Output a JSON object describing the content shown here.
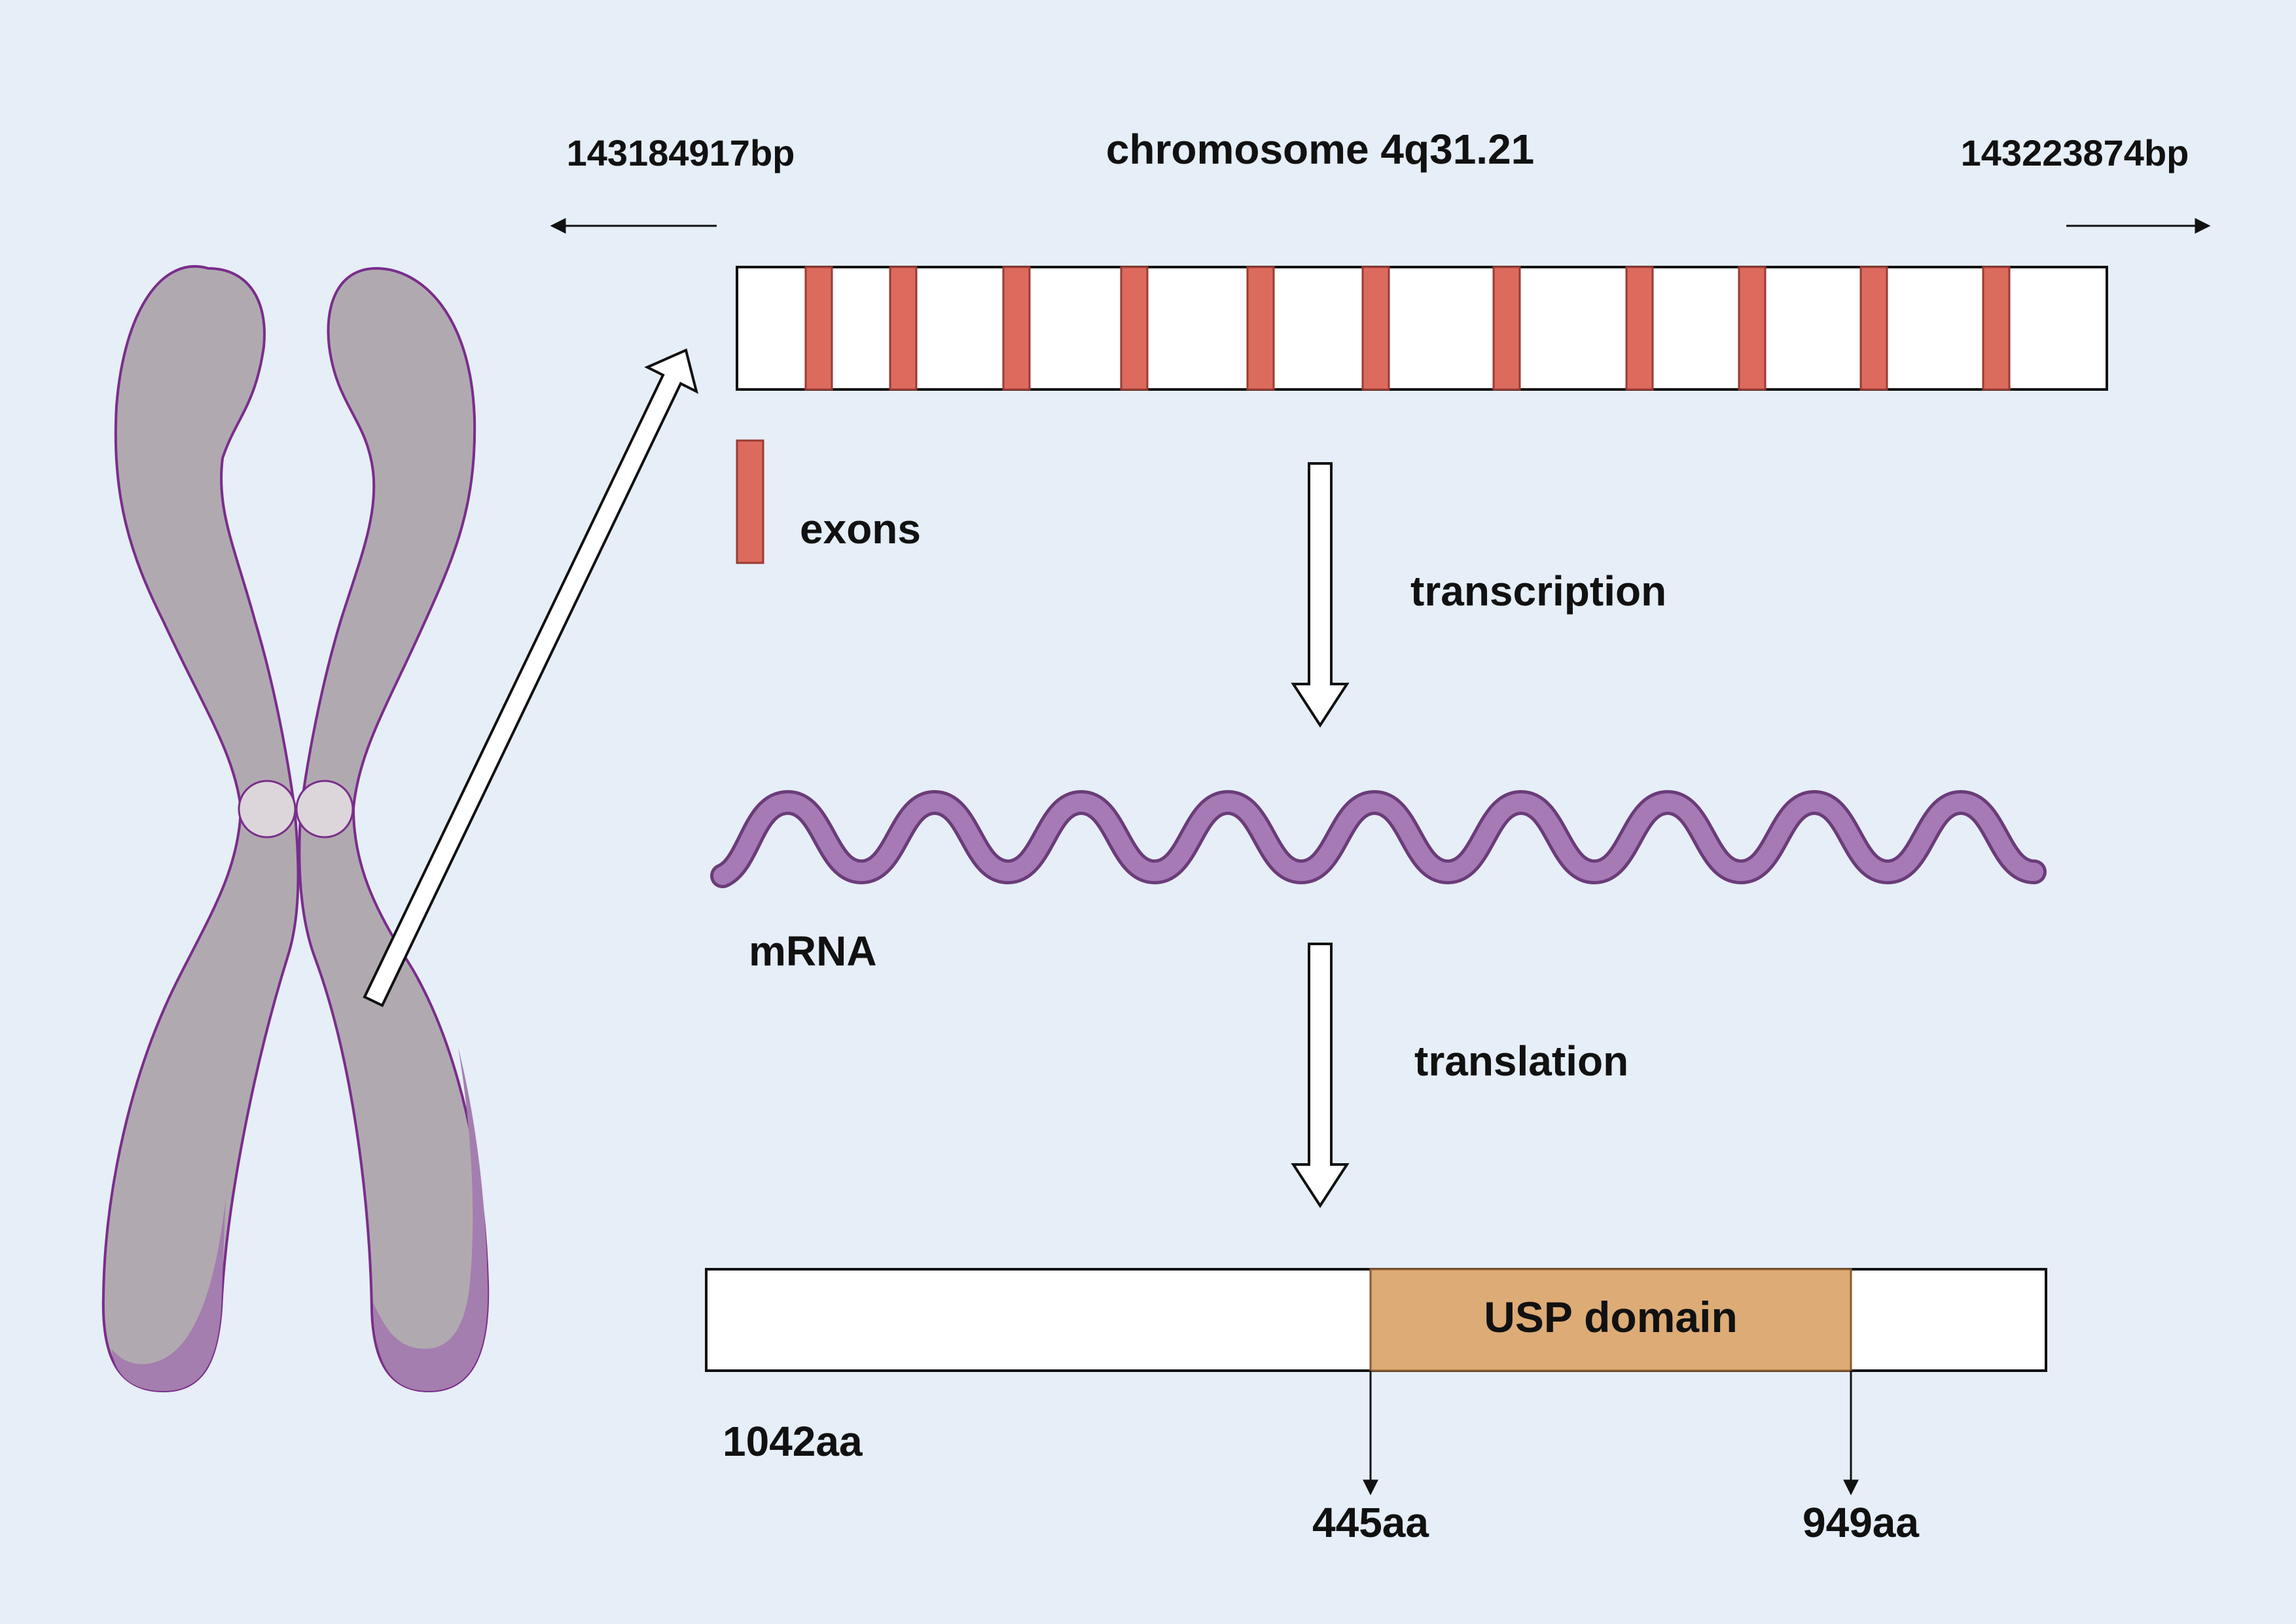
{
  "chromosome": {
    "title": "chromosome 4q31.21",
    "start_label": "143184917bp",
    "end_label": "143223874bp",
    "exon_count": 11
  },
  "legend": {
    "exons_label": "exons"
  },
  "steps": {
    "transcription": "transcription",
    "translation": "translation"
  },
  "mrna": {
    "label": "mRNA"
  },
  "protein": {
    "length_label": "1042aa",
    "domain_label": "USP domain",
    "domain_start_label": "445aa",
    "domain_end_label": "949aa",
    "length": 1042,
    "domain_start": 445,
    "domain_end": 949
  },
  "colors": {
    "background": "#e6eef7",
    "exon": "#dc6b5e",
    "exon_border": "#9a3b33",
    "chromosome_body": "#b0aab0",
    "chromosome_outline": "#7a2d8c",
    "chromosome_shade": "#a47eae",
    "centromere": "#dcd6da",
    "mrna": "#a57ab5",
    "mrna_outline": "#6a3c79",
    "usp_domain": "#ddab76",
    "usp_border": "#8a5a2e"
  }
}
